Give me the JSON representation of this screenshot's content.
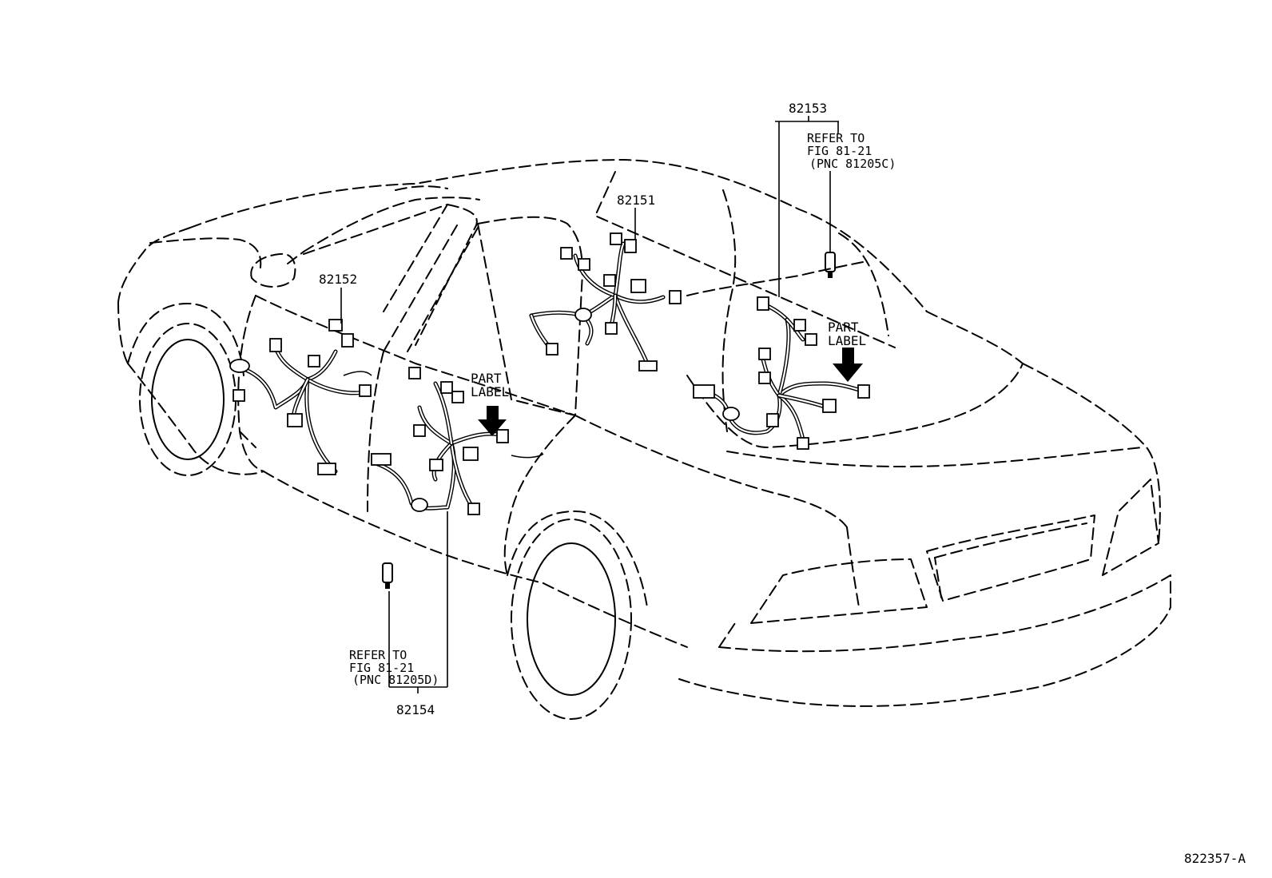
{
  "diagram": {
    "parts": {
      "p82151": "82151",
      "p82152": "82152",
      "p82153": "82153",
      "p82154": "82154"
    },
    "refer_right": {
      "line1": "REFER TO",
      "line2": "FIG 81-21",
      "line3": "(PNC 81205C)"
    },
    "refer_left": {
      "line1": "REFER TO",
      "line2": "FIG 81-21",
      "line3": "(PNC 81205D)"
    },
    "part_label_front": {
      "line1": "PART",
      "line2": "LABEL"
    },
    "part_label_rear": {
      "line1": "PART",
      "line2": "LABEL"
    },
    "figure_code": "822357-A"
  }
}
